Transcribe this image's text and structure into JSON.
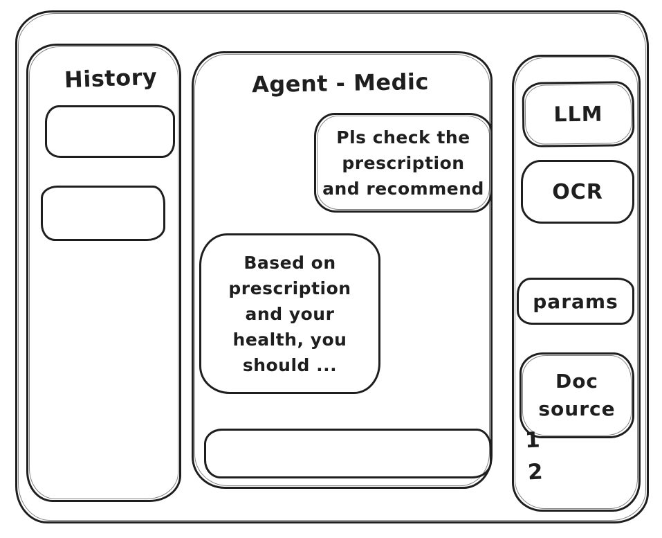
{
  "colors": {
    "ink": "#1e1e1e",
    "background": "#ffffff"
  },
  "history_panel": {
    "title": "History",
    "items": [
      "",
      ""
    ]
  },
  "chat_panel": {
    "title": "Agent - Medic",
    "messages": [
      {
        "role": "user",
        "text": "Pls check the\nprescription\nand recommend"
      },
      {
        "role": "agent",
        "text": "Based on\nprescription\nand your\nhealth, you\nshould ..."
      }
    ],
    "input_value": ""
  },
  "tools_panel": {
    "llm_label": "LLM",
    "ocr_label": "OCR",
    "params_label": "params",
    "doc_source_label": "Doc\nsource",
    "doc_source_items": [
      "1",
      "2"
    ]
  }
}
